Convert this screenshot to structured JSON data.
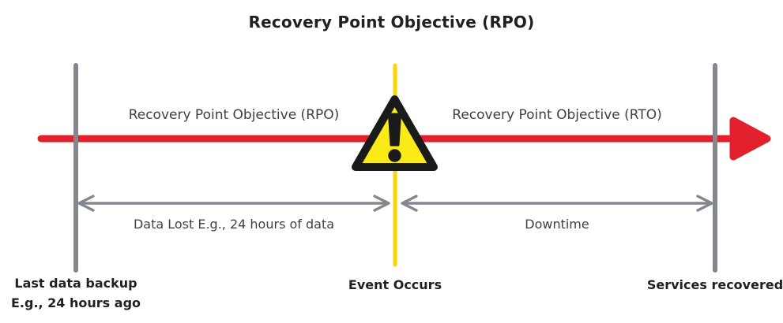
{
  "diagram": {
    "title": "Recovery Point Objective (RPO)",
    "segments": {
      "rpo_label": "Recovery Point Objective (RPO)",
      "rto_label": "Recovery Point Objective (RTO)"
    },
    "spans": {
      "data_lost_label": "Data Lost E.g., 24 hours of data",
      "downtime_label": "Downtime"
    },
    "milestones": {
      "last_backup_line1": "Last data backup",
      "last_backup_line2": "E.g., 24 hours ago",
      "event_label": "Event Occurs",
      "services_label": "Services recovered"
    },
    "icons": {
      "warning_icon": "warning-triangle-exclamation"
    },
    "colors": {
      "timeline_red": "#E2202E",
      "line_gray": "#84878D",
      "event_yellow": "#FFD400",
      "warning_fill": "#FAEA15",
      "warning_border": "#1A1A1A",
      "title_text": "#231F20",
      "label_text": "#3F4044"
    }
  }
}
